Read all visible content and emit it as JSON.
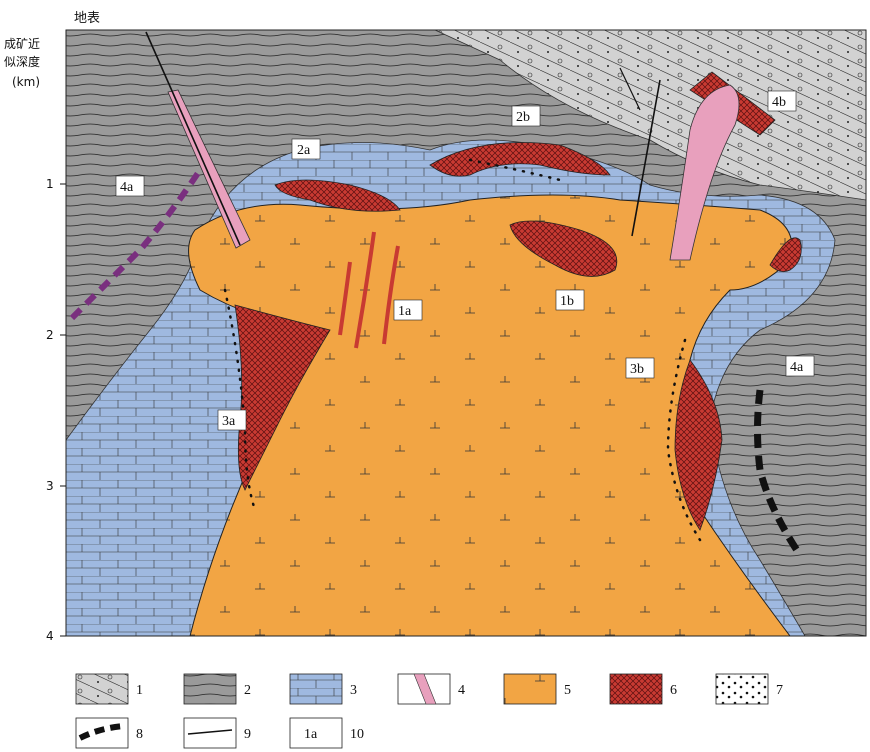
{
  "surface_label": "地表",
  "depth_axis": {
    "title_line1": "成矿近",
    "title_line2": "似深度",
    "unit": "(km)",
    "ticks": [
      "1",
      "2",
      "3",
      "4"
    ]
  },
  "zone_labels": {
    "z2a": "2a",
    "z2b": "2b",
    "z4a_left": "4a",
    "z4a_right": "4a",
    "z4b": "4b",
    "z1a": "1a",
    "z1b": "1b",
    "z3a": "3a",
    "z3b": "3b"
  },
  "legend": [
    {
      "symbol": "conglomerate-sandstone",
      "label": "1"
    },
    {
      "symbol": "slate-mudstone",
      "label": "2"
    },
    {
      "symbol": "limestone",
      "label": "3"
    },
    {
      "symbol": "dyke",
      "label": "4"
    },
    {
      "symbol": "granite-porphyry",
      "label": "5"
    },
    {
      "symbol": "ore-body",
      "label": "6"
    },
    {
      "symbol": "dots",
      "label": "7"
    },
    {
      "symbol": "marker-bed",
      "label": "8"
    },
    {
      "symbol": "fault",
      "label": "9"
    },
    {
      "symbol": "zone-number",
      "label": "10",
      "sample": "1a"
    }
  ],
  "colors": {
    "grey_dark": "#9a9a9a",
    "grey_light": "#d2d2d2",
    "blue": "#9fb9e0",
    "orange": "#f2a544",
    "red": "#c83a32",
    "pink": "#e8a0bd",
    "purple": "#7a2f7f"
  }
}
